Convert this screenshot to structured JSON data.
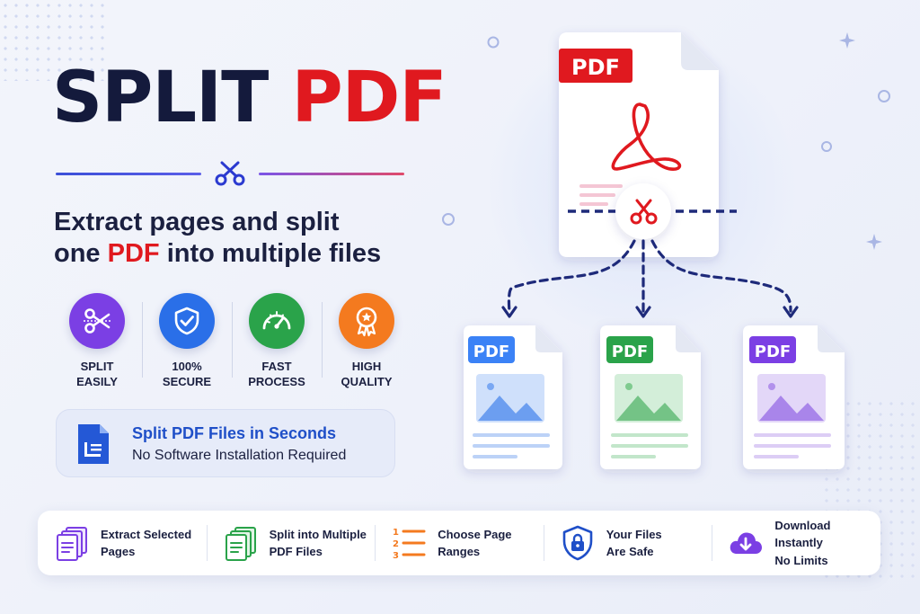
{
  "title": {
    "part1": "SPLIT",
    "part2": "PDF"
  },
  "subtitle": {
    "line1": "Extract pages and split",
    "line2_prefix": "one",
    "line2_highlight": "PDF",
    "line2_suffix": "into multiple files"
  },
  "features": [
    {
      "line1": "SPLIT",
      "line2": "EASILY",
      "icon": "scissors-icon",
      "color": "#7b3fe4"
    },
    {
      "line1": "100%",
      "line2": "SECURE",
      "icon": "shield-check-icon",
      "color": "#2a6fe8"
    },
    {
      "line1": "FAST",
      "line2": "PROCESS",
      "icon": "speedometer-icon",
      "color": "#2aa34a"
    },
    {
      "line1": "HIGH",
      "line2": "QUALITY",
      "icon": "award-badge-icon",
      "color": "#f47a1f"
    }
  ],
  "promo": {
    "title": "Split PDF Files in Seconds",
    "subtitle": "No Software Installation Required",
    "icon": "document-icon"
  },
  "illustration": {
    "source_label": "PDF",
    "outputs": [
      {
        "label": "PDF",
        "color": "#3b82f6"
      },
      {
        "label": "PDF",
        "color": "#2aa34a"
      },
      {
        "label": "PDF",
        "color": "#7b3fe4"
      }
    ],
    "brand_red": "#e0191f"
  },
  "bottom_bar": [
    {
      "text": "Extract Selected\nPages",
      "icon": "stacked-pages-icon"
    },
    {
      "text": "Split into Multiple\nPDF Files",
      "icon": "multiple-files-icon"
    },
    {
      "text": "Choose Page\nRanges",
      "icon": "numbered-list-icon",
      "numbers": [
        "1",
        "2",
        "3"
      ]
    },
    {
      "text": "Your Files\nAre Safe",
      "icon": "shield-lock-icon"
    },
    {
      "text": "Download Instantly\nNo Limits",
      "icon": "cloud-download-icon"
    }
  ]
}
